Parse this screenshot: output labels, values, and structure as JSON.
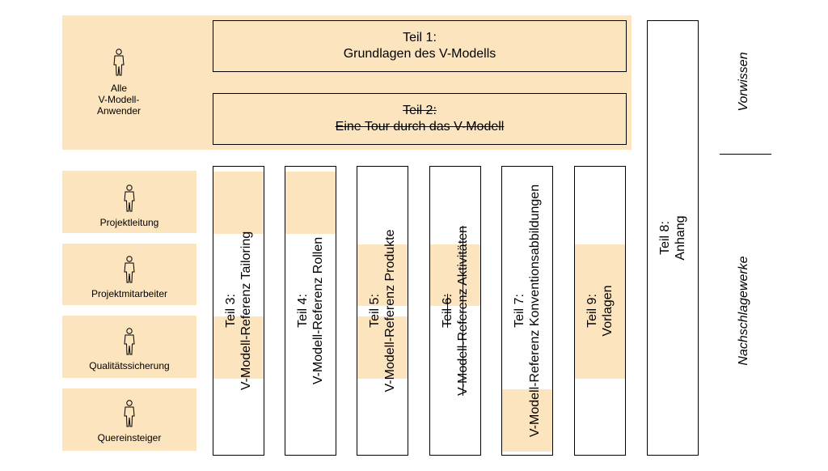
{
  "roles": {
    "all": [
      "Alle",
      "V-Modell-",
      "Anwender"
    ],
    "projektleitung": "Projektleitung",
    "projektmitarbeiter": "Projektmitarbeiter",
    "qualitaetssicherung": "Qualitätssicherung",
    "quereinsteiger": "Quereinsteiger"
  },
  "parts": {
    "teil1": {
      "line1": "Teil 1:",
      "line2": "Grundlagen des V-Modells"
    },
    "teil2": {
      "line1": "Teil 2:",
      "line2": "Eine Tour durch das V-Modell",
      "struck": true
    },
    "teil3": {
      "line1": "Teil 3:",
      "line2": "V-Modell-Referenz Tailoring"
    },
    "teil4": {
      "line1": "Teil 4:",
      "line2": "V-Modell-Referenz Rollen"
    },
    "teil5": {
      "line1": "Teil 5:",
      "line2": "V-Modell-Referenz Produkte"
    },
    "teil6": {
      "line1": "Teil 6:",
      "line2": "V-Modell-Referenz Aktivitäten",
      "struck": true
    },
    "teil7": {
      "line1": "Teil 7:",
      "line2": "V-Modell-Referenz Konventionsabbildungen"
    },
    "teil9": {
      "line1": "Teil 9:",
      "line2": "Vorlagen"
    },
    "teil8": {
      "line1": "Teil 8:",
      "line2": "Anhang"
    }
  },
  "side_labels": {
    "vorwissen": "Vorwissen",
    "nachschlagewerke": "Nachschlagewerke"
  },
  "colors": {
    "highlight": "#fce4be",
    "border": "#000000"
  },
  "icons": [
    "person-icon"
  ]
}
